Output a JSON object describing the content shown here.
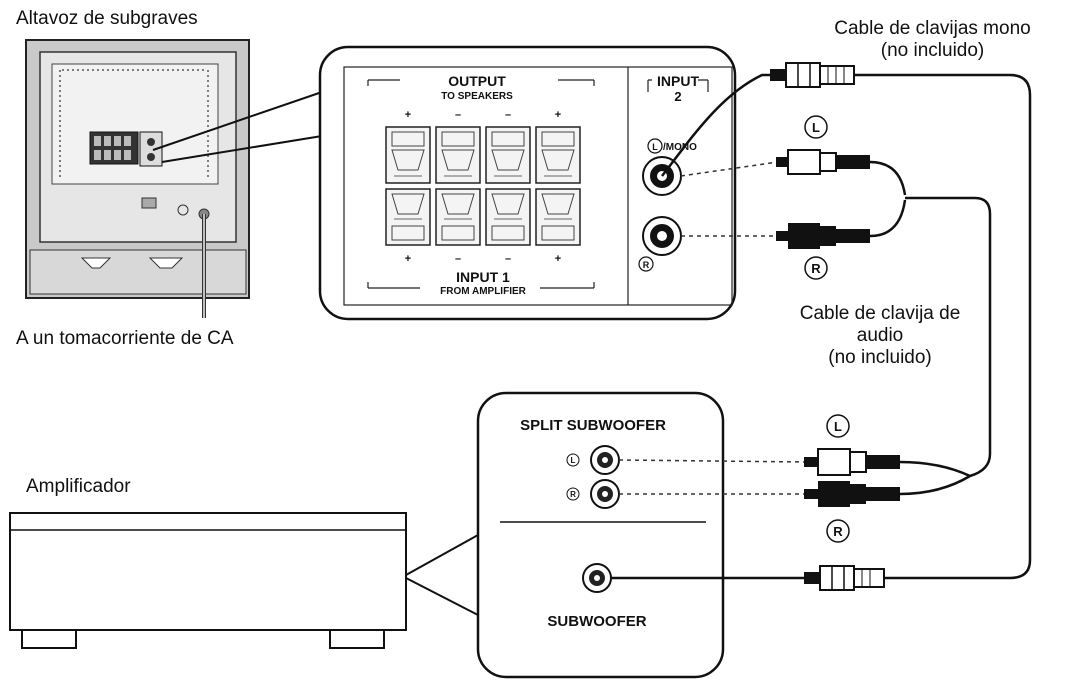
{
  "labels": {
    "subwoofer_speaker": "Altavoz de subgraves",
    "ac_outlet": "A un tomacorriente de CA",
    "amplifier": "Amplificador",
    "mono_cable_line1": "Cable de clavijas mono",
    "mono_cable_line2": "(no incluido)",
    "audio_cable_line1": "Cable de clavija de",
    "audio_cable_line2": "audio",
    "audio_cable_line3": "(no incluido)"
  },
  "speaker_panel": {
    "output_title": "OUTPUT",
    "output_sub": "TO SPEAKERS",
    "input1_title": "INPUT 1",
    "input1_sub": "FROM AMPLIFIER",
    "input2_line1": "INPUT",
    "input2_line2": "2",
    "mono_label": "/MONO",
    "left_symbol": "L",
    "right_symbol": "R",
    "plus_sign": "+",
    "minus_sign": "–"
  },
  "amp_panel": {
    "split_title": "SPLIT SUBWOOFER",
    "sub_title": "SUBWOOFER",
    "left_symbol": "L",
    "right_symbol": "R"
  },
  "cable_markers": {
    "left": "L",
    "right": "R"
  }
}
